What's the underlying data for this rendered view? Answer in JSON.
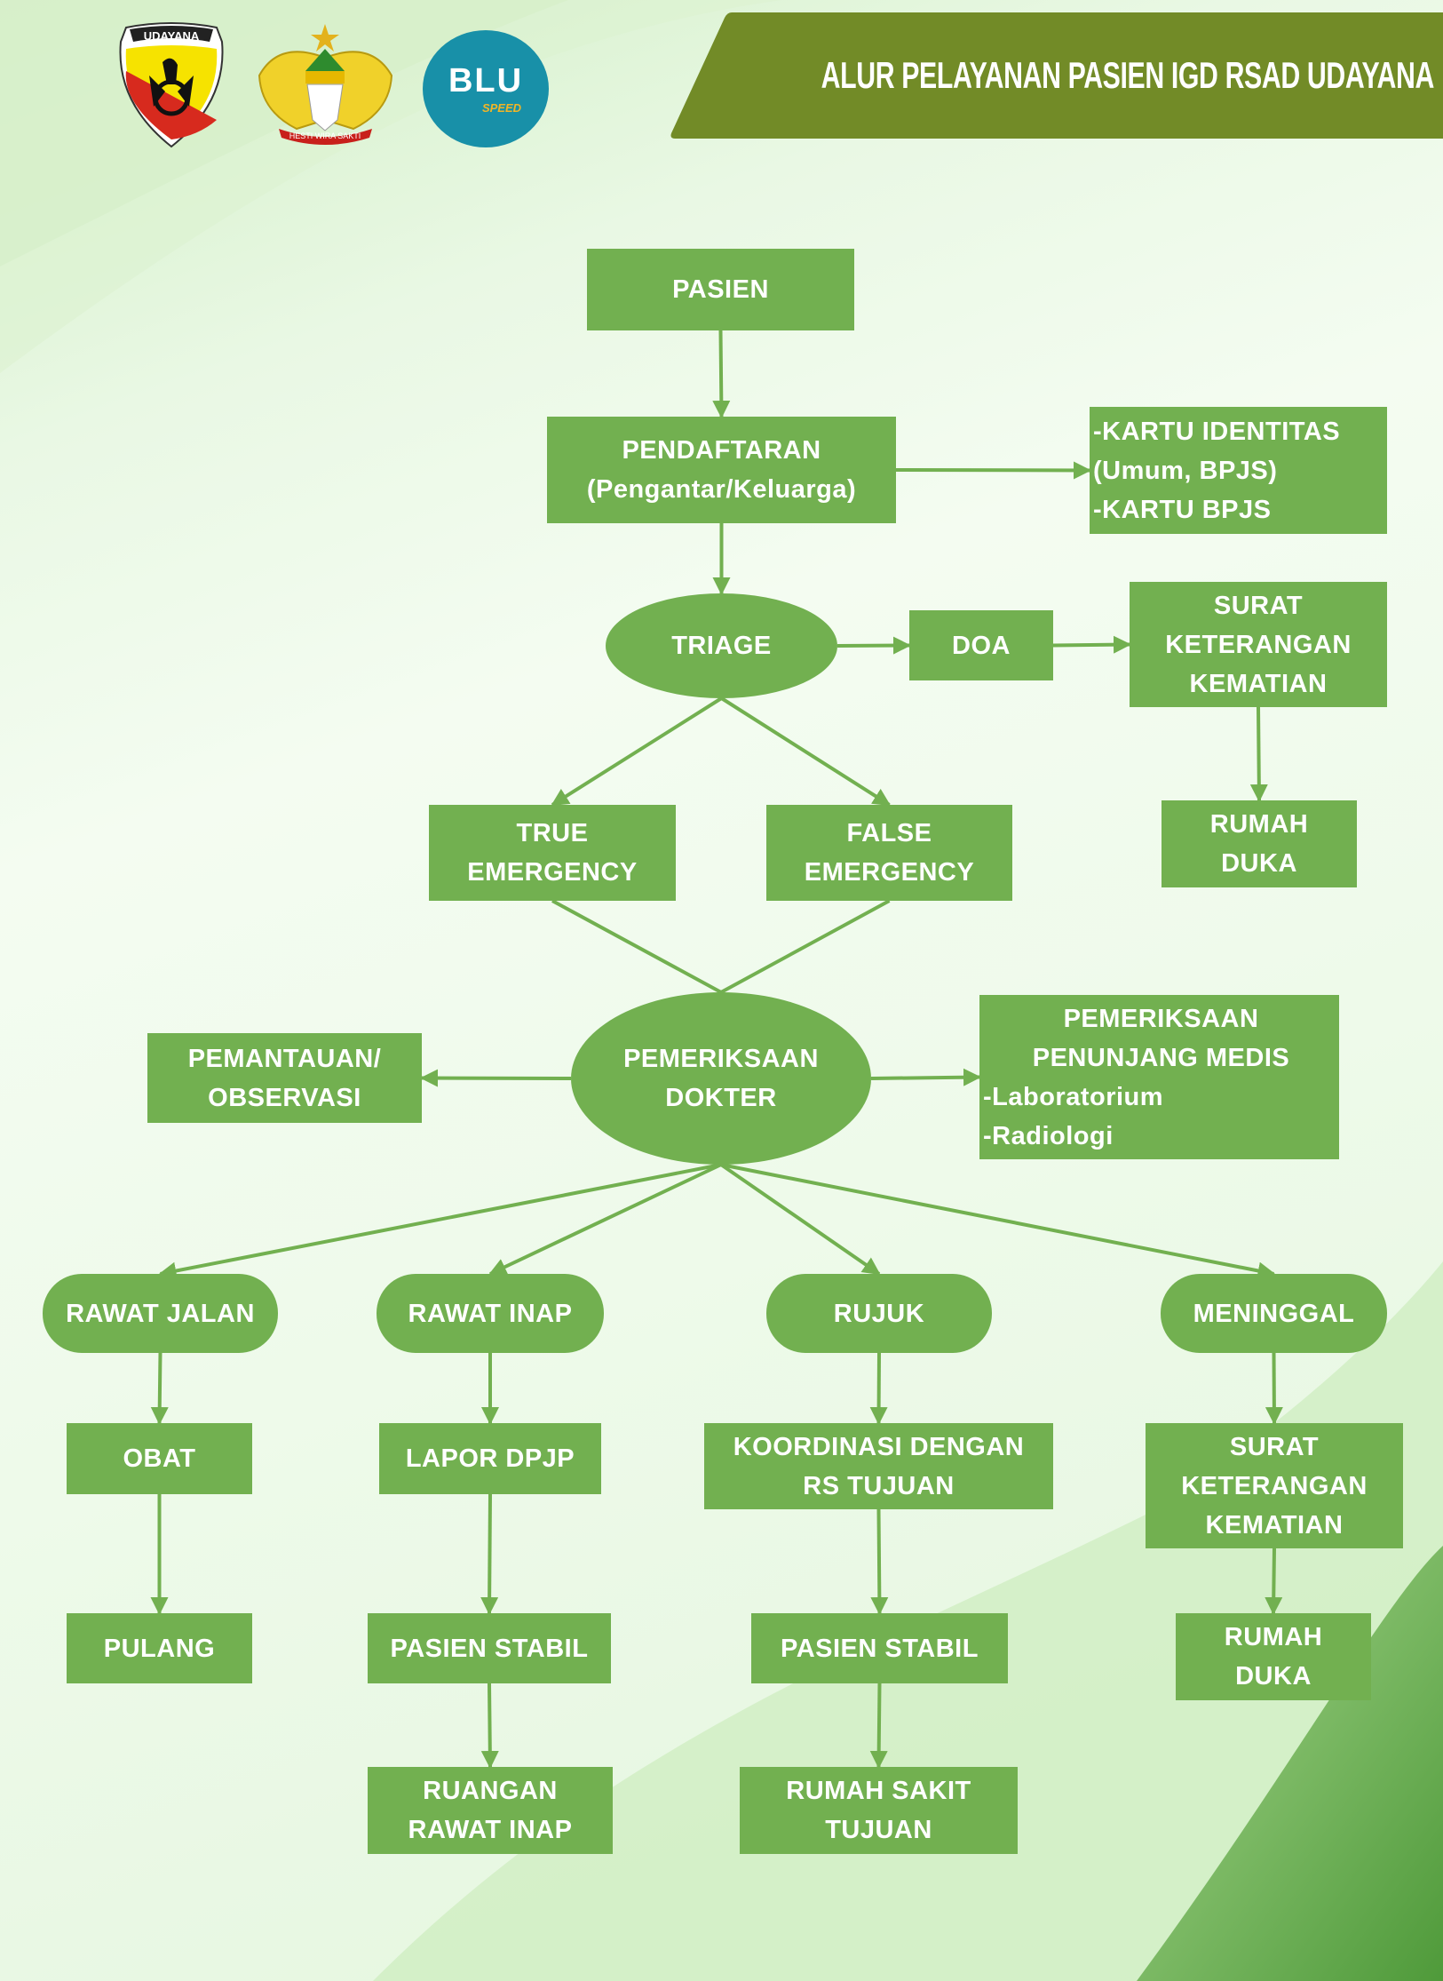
{
  "header": {
    "title": "ALUR PELAYANAN PASIEN IGD RSAD UDAYANA",
    "banner_color": "#728b27",
    "logos": [
      {
        "name": "udayana-shield-logo",
        "text": "UDAYANA"
      },
      {
        "name": "army-garuda-emblem-logo",
        "text": "HESTI WIRA SAKTI"
      },
      {
        "name": "blu-speed-logo",
        "text": "BLU",
        "subtext": "SPEED"
      }
    ]
  },
  "colors": {
    "node_fill": "#72b050",
    "node_text": "#ffffff",
    "edge": "#72b050"
  },
  "nodes": {
    "pasien": {
      "lines": [
        "PASIEN"
      ]
    },
    "pendaftaran": {
      "lines": [
        "PENDAFTARAN",
        "(Pengantar/Keluarga)"
      ]
    },
    "kartu": {
      "lines": [
        "-KARTU IDENTITAS",
        "(Umum, BPJS)",
        "-KARTU BPJS"
      ]
    },
    "triage": {
      "lines": [
        "TRIAGE"
      ]
    },
    "doa": {
      "lines": [
        "DOA"
      ]
    },
    "surat_doa": {
      "lines": [
        "SURAT",
        "KETERANGAN",
        "KEMATIAN"
      ]
    },
    "rumah_duka_doa": {
      "lines": [
        "RUMAH",
        "DUKA"
      ]
    },
    "true_emergency": {
      "lines": [
        "TRUE",
        "EMERGENCY"
      ]
    },
    "false_emergency": {
      "lines": [
        "FALSE",
        "EMERGENCY"
      ]
    },
    "pemeriksaan_dokter": {
      "lines": [
        "PEMERIKSAAN",
        "DOKTER"
      ]
    },
    "pemantauan": {
      "lines": [
        "PEMANTAUAN/",
        "OBSERVASI"
      ]
    },
    "penunjang": {
      "lines": [
        "PEMERIKSAAN",
        "PENUNJANG MEDIS",
        "-Laboratorium",
        "-Radiologi"
      ]
    },
    "rawat_jalan": {
      "lines": [
        "RAWAT JALAN"
      ]
    },
    "rawat_inap": {
      "lines": [
        "RAWAT INAP"
      ]
    },
    "rujuk": {
      "lines": [
        "RUJUK"
      ]
    },
    "meninggal": {
      "lines": [
        "MENINGGAL"
      ]
    },
    "obat": {
      "lines": [
        "OBAT"
      ]
    },
    "lapor_dpjp": {
      "lines": [
        "LAPOR DPJP"
      ]
    },
    "koordinasi": {
      "lines": [
        "KOORDINASI DENGAN",
        "RS TUJUAN"
      ]
    },
    "surat_meninggal": {
      "lines": [
        "SURAT",
        "KETERANGAN",
        "KEMATIAN"
      ]
    },
    "pulang": {
      "lines": [
        "PULANG"
      ]
    },
    "pasien_stabil_inap": {
      "lines": [
        "PASIEN STABIL"
      ]
    },
    "pasien_stabil_rujuk": {
      "lines": [
        "PASIEN STABIL"
      ]
    },
    "rumah_duka_meninggal": {
      "lines": [
        "RUMAH",
        "DUKA"
      ]
    },
    "ruangan_rawat_inap": {
      "lines": [
        "RUANGAN",
        "RAWAT INAP"
      ]
    },
    "rumah_sakit_tujuan": {
      "lines": [
        "RUMAH SAKIT",
        "TUJUAN"
      ]
    }
  },
  "edges": [
    {
      "from": "pasien",
      "to": "pendaftaran",
      "arrow": true
    },
    {
      "from": "pendaftaran",
      "to": "kartu",
      "arrow": true
    },
    {
      "from": "pendaftaran",
      "to": "triage",
      "arrow": true
    },
    {
      "from": "triage",
      "to": "doa",
      "arrow": true
    },
    {
      "from": "doa",
      "to": "surat_doa",
      "arrow": true
    },
    {
      "from": "surat_doa",
      "to": "rumah_duka_doa",
      "arrow": true
    },
    {
      "from": "triage",
      "to": "true_emergency",
      "arrow": true
    },
    {
      "from": "triage",
      "to": "false_emergency",
      "arrow": true
    },
    {
      "from": "true_emergency",
      "to": "pemeriksaan_dokter",
      "arrow": false
    },
    {
      "from": "false_emergency",
      "to": "pemeriksaan_dokter",
      "arrow": false
    },
    {
      "from": "pemeriksaan_dokter",
      "to": "pemantauan",
      "arrow": true
    },
    {
      "from": "pemeriksaan_dokter",
      "to": "penunjang",
      "arrow": true
    },
    {
      "from": "pemeriksaan_dokter",
      "to": "rawat_jalan",
      "arrow": true
    },
    {
      "from": "pemeriksaan_dokter",
      "to": "rawat_inap",
      "arrow": true
    },
    {
      "from": "pemeriksaan_dokter",
      "to": "rujuk",
      "arrow": true
    },
    {
      "from": "pemeriksaan_dokter",
      "to": "meninggal",
      "arrow": true
    },
    {
      "from": "rawat_jalan",
      "to": "obat",
      "arrow": true
    },
    {
      "from": "obat",
      "to": "pulang",
      "arrow": true
    },
    {
      "from": "rawat_inap",
      "to": "lapor_dpjp",
      "arrow": true
    },
    {
      "from": "lapor_dpjp",
      "to": "pasien_stabil_inap",
      "arrow": true
    },
    {
      "from": "pasien_stabil_inap",
      "to": "ruangan_rawat_inap",
      "arrow": true
    },
    {
      "from": "rujuk",
      "to": "koordinasi",
      "arrow": true
    },
    {
      "from": "koordinasi",
      "to": "pasien_stabil_rujuk",
      "arrow": true
    },
    {
      "from": "pasien_stabil_rujuk",
      "to": "rumah_sakit_tujuan",
      "arrow": true
    },
    {
      "from": "meninggal",
      "to": "surat_meninggal",
      "arrow": true
    },
    {
      "from": "surat_meninggal",
      "to": "rumah_duka_meninggal",
      "arrow": true
    }
  ]
}
